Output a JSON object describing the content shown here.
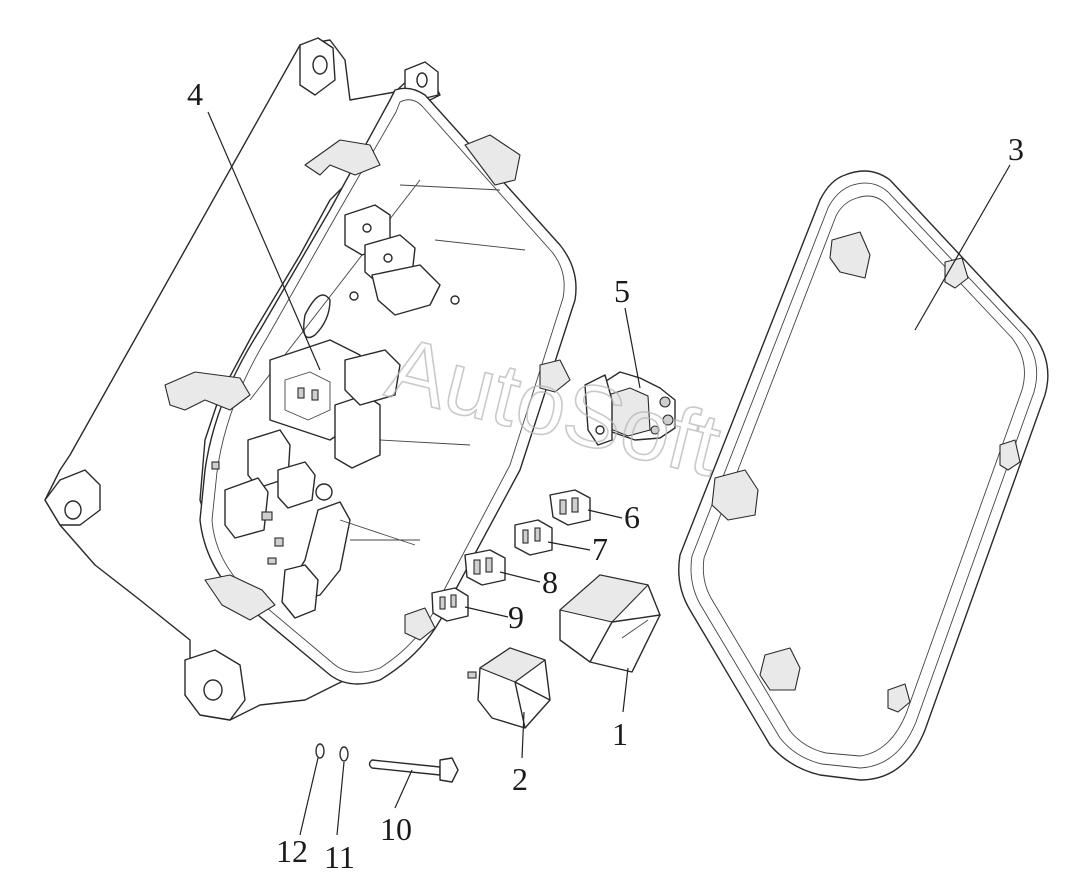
{
  "watermark": "AutoSoft",
  "callouts": [
    {
      "id": "1",
      "label": "1"
    },
    {
      "id": "2",
      "label": "2"
    },
    {
      "id": "3",
      "label": "3"
    },
    {
      "id": "4",
      "label": "4"
    },
    {
      "id": "5",
      "label": "5"
    },
    {
      "id": "6",
      "label": "6"
    },
    {
      "id": "7",
      "label": "7"
    },
    {
      "id": "8",
      "label": "8"
    },
    {
      "id": "9",
      "label": "9"
    },
    {
      "id": "10",
      "label": "10"
    },
    {
      "id": "11",
      "label": "11"
    },
    {
      "id": "12",
      "label": "12"
    }
  ],
  "colors": {
    "line": "#2a2a2a",
    "watermark": "#b8b8b8",
    "background": "#ffffff"
  }
}
